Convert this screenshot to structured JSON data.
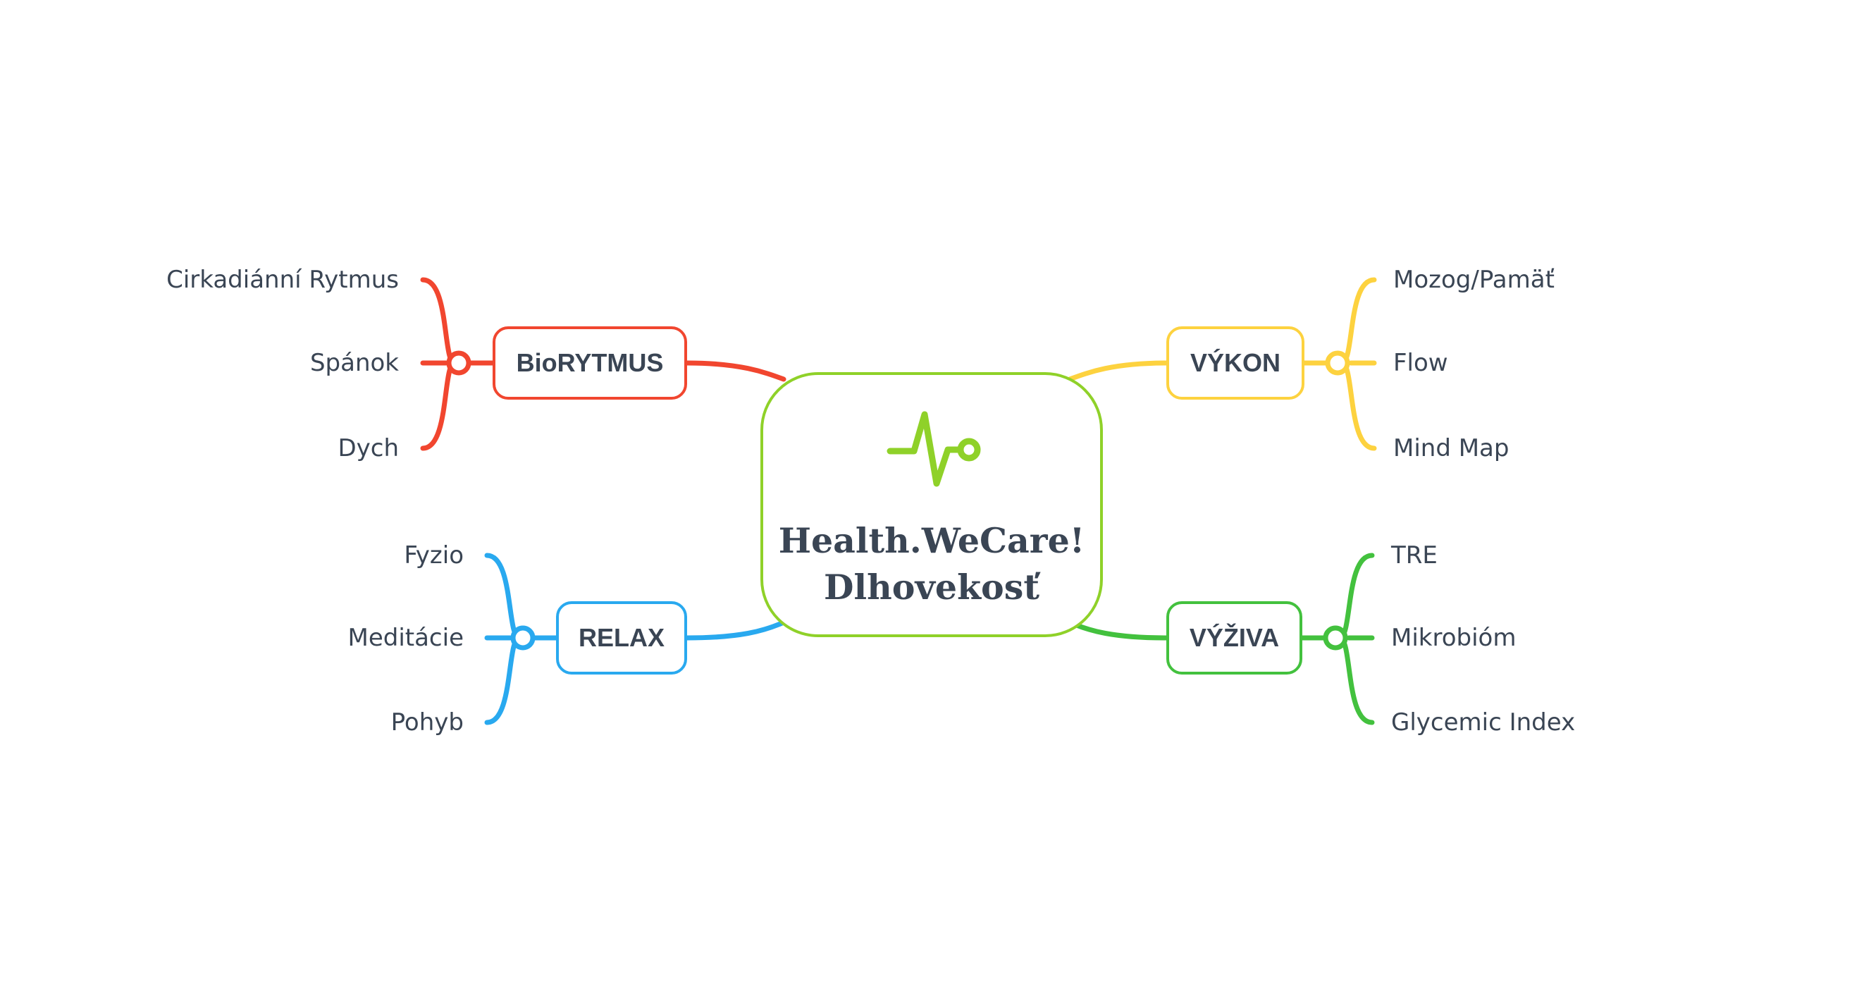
{
  "center": {
    "title_line1": "Health.WeCare!",
    "title_line2": "Dlhovekosť",
    "icon": "heartbeat-pulse-icon",
    "color": "#8fd129"
  },
  "branches": {
    "biorytmus": {
      "label": "BioRYTMUS",
      "color": "#f1462f",
      "topics": [
        "Cirkadiánní Rytmus",
        "Spánok",
        "Dych"
      ]
    },
    "relax": {
      "label": "RELAX",
      "color": "#29a9ef",
      "topics": [
        "Fyzio",
        "Meditácie",
        "Pohyb"
      ]
    },
    "vykon": {
      "label": "VÝKON",
      "color": "#fdd23f",
      "topics": [
        "Mozog/Pamäť",
        "Flow",
        "Mind Map"
      ]
    },
    "vyziva": {
      "label": "VÝŽIVA",
      "color": "#43c13e",
      "topics": [
        "TRE",
        "Mikrobióm",
        "Glycemic Index"
      ]
    }
  }
}
